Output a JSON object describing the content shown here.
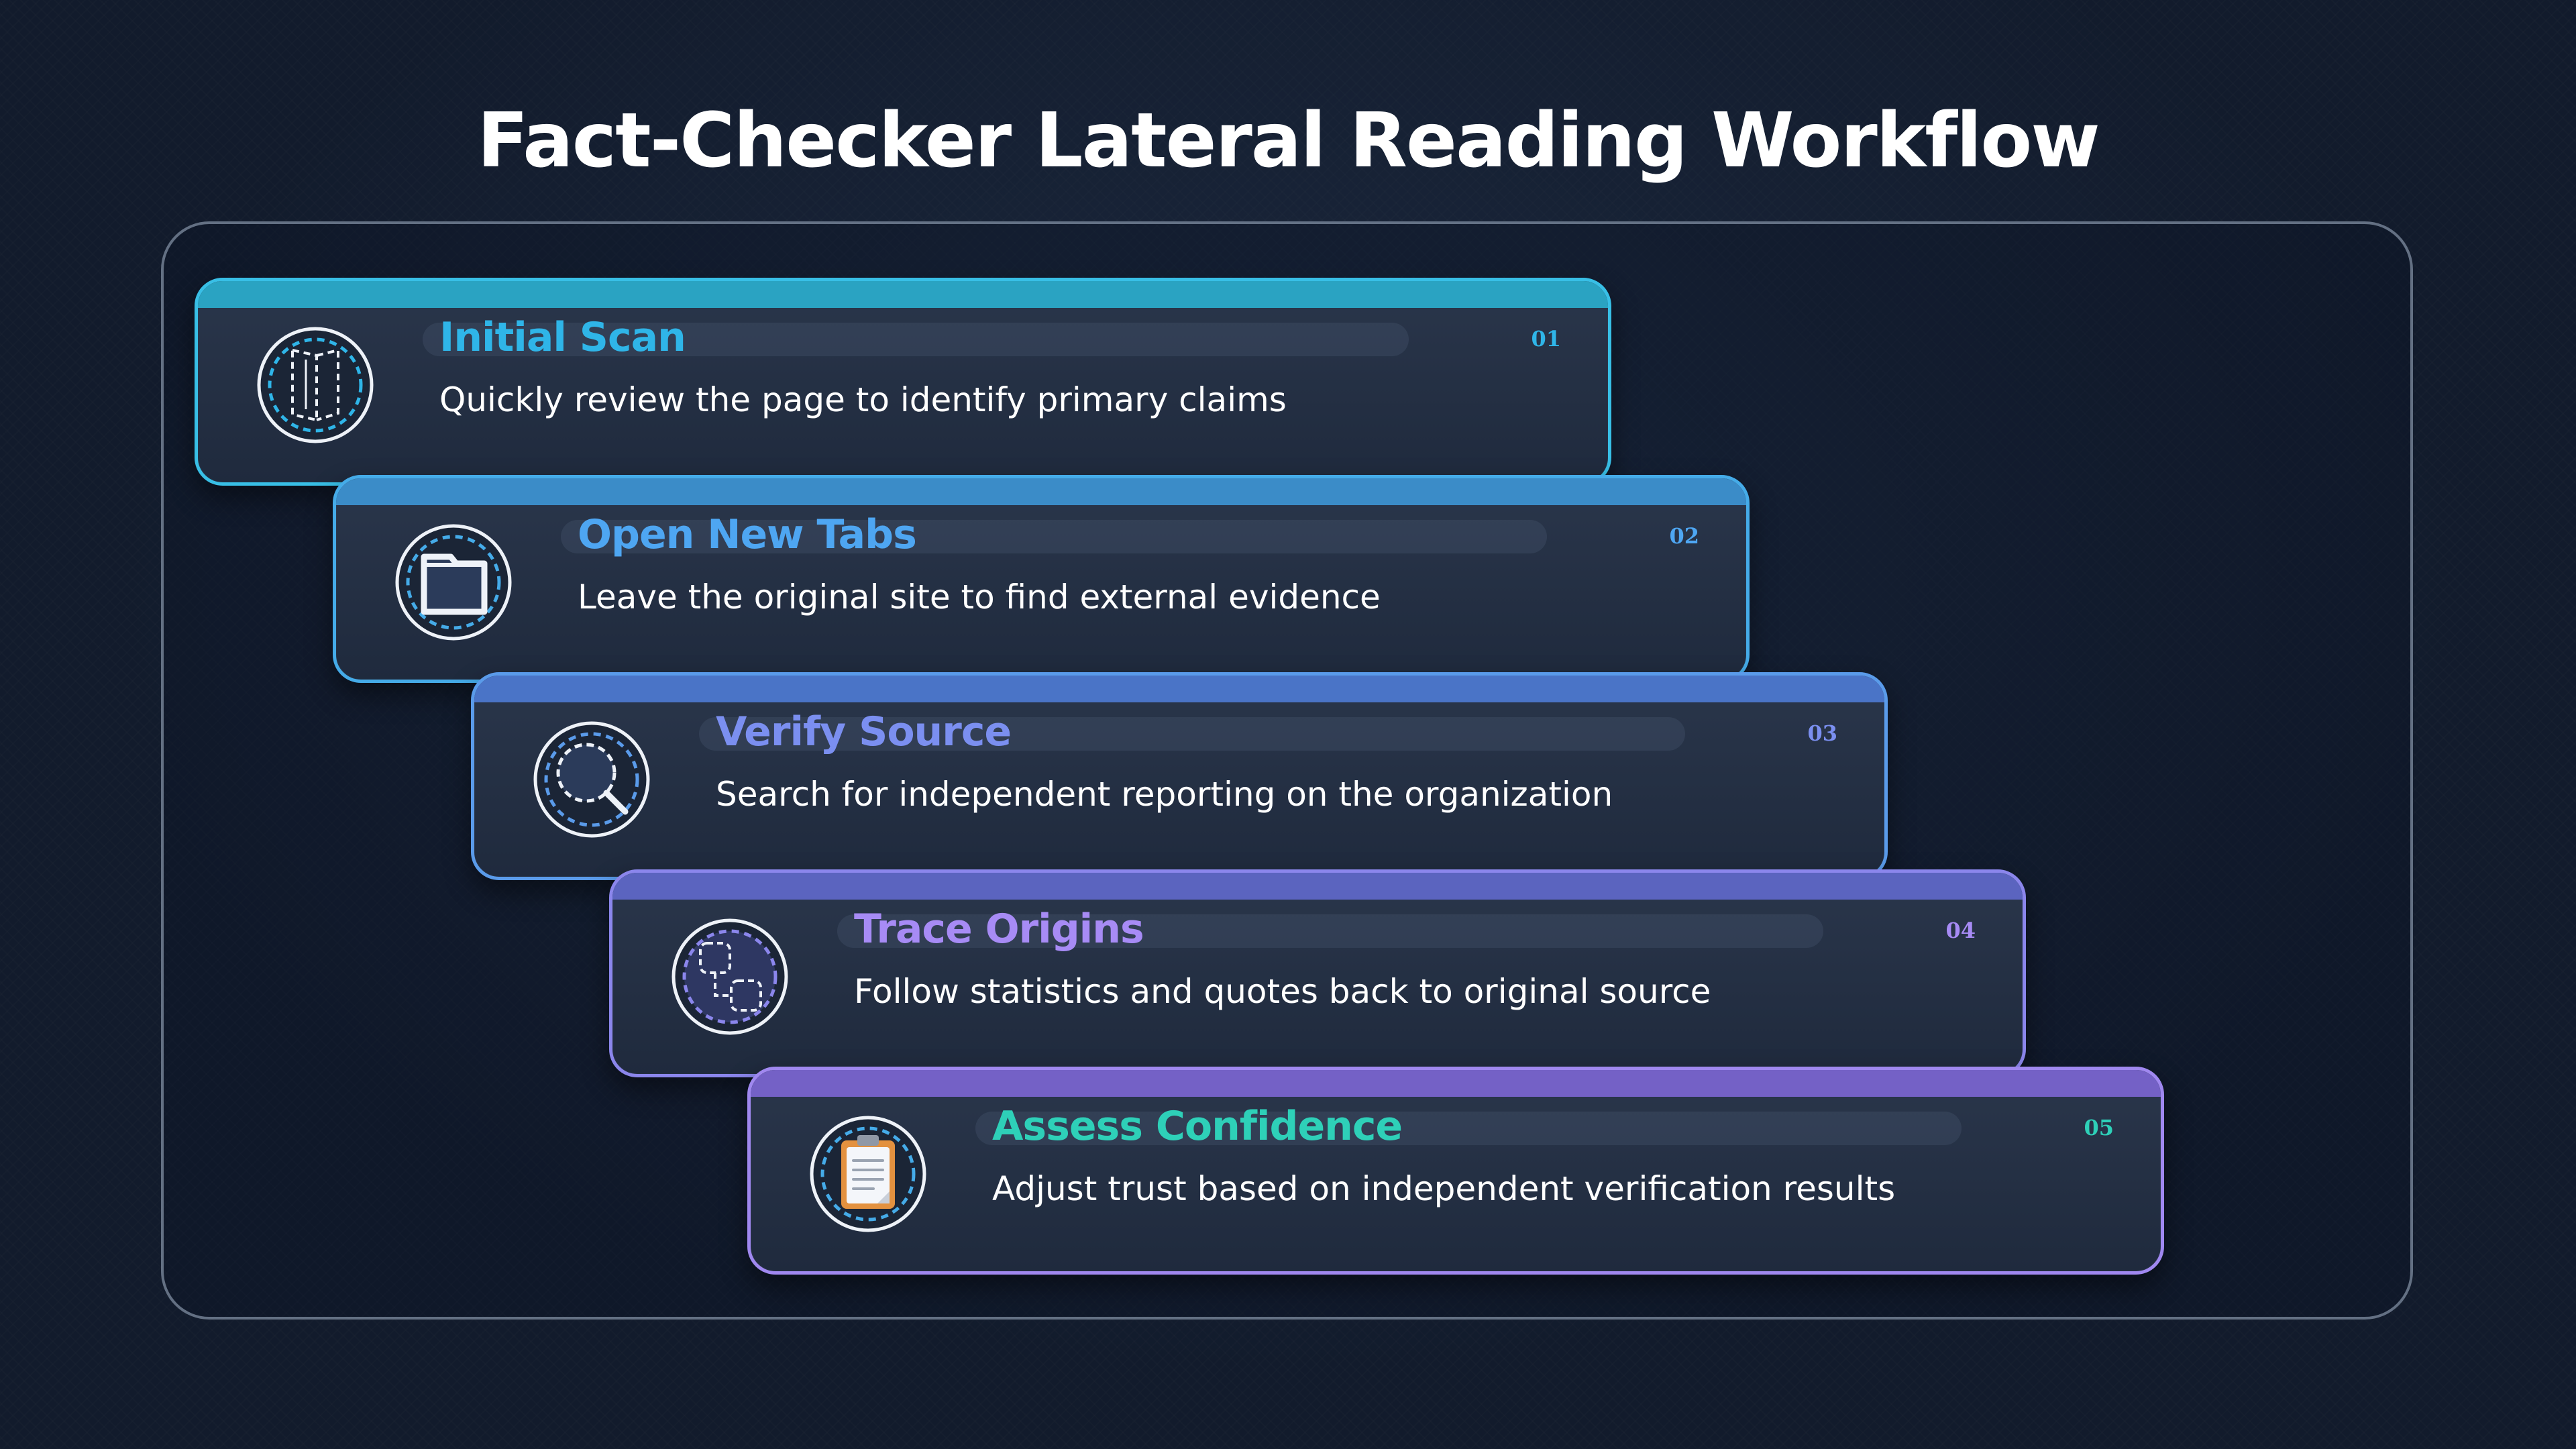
{
  "title": "Fact-Checker Lateral Reading Workflow",
  "steps": [
    {
      "number": "01",
      "title": "Initial Scan",
      "description": "Quickly review the page to identify primary claims",
      "icon": "document-scan-icon",
      "accent": "#2fb5e8",
      "bar": "#2aa3c2",
      "border": "#38bfe6"
    },
    {
      "number": "02",
      "title": "Open New Tabs",
      "description": "Leave the original site to find external evidence",
      "icon": "browser-tab-icon",
      "accent": "#4ea6f2",
      "bar": "#3b8cc8",
      "border": "#45abe8"
    },
    {
      "number": "03",
      "title": "Verify Source",
      "description": "Search for independent reporting on the organization",
      "icon": "magnifier-icon",
      "accent": "#7b8ff0",
      "bar": "#4a74c7",
      "border": "#5a9bea"
    },
    {
      "number": "04",
      "title": "Trace Origins",
      "description": "Follow statistics and quotes back to original source",
      "icon": "trace-nodes-icon",
      "accent": "#a78bf5",
      "bar": "#5b64bf",
      "border": "#8b86ec"
    },
    {
      "number": "05",
      "title": "Assess Confidence",
      "description": "Adjust trust based on independent verification results",
      "icon": "clipboard-icon",
      "accent": "#2ed0b8",
      "bar": "#7461c6",
      "border": "#a088f0"
    }
  ]
}
